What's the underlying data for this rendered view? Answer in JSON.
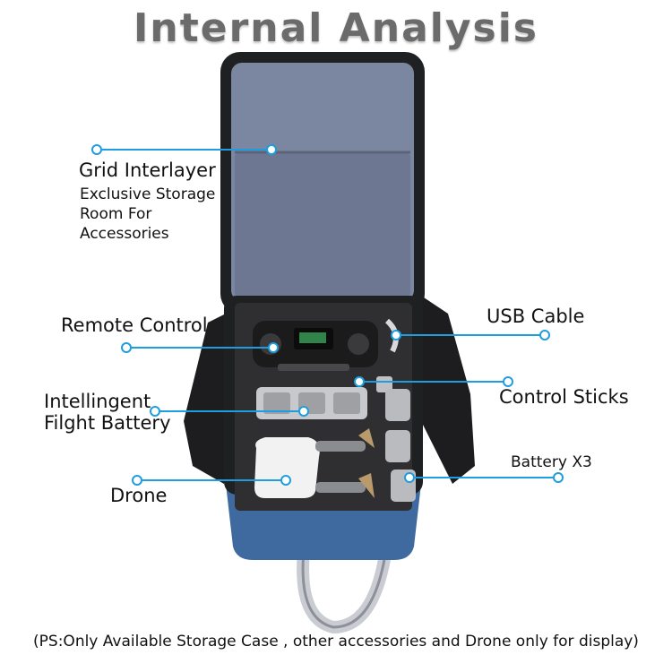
{
  "title": "Internal Analysis",
  "colors": {
    "accent": "#1e9de0",
    "bag_blue": "#3e6aa0",
    "bag_gray": "#6f7b92",
    "foam": "#2f2f31"
  },
  "callouts": {
    "grid_interlayer": {
      "title": "Grid Interlayer",
      "lines": [
        "Exclusive Storage",
        "Room For",
        "Accessories"
      ]
    },
    "remote_control": "Remote Control",
    "usb_cable": "USB Cable",
    "control_sticks": "Control Sticks",
    "battery_line1": "Intellingent",
    "battery_line2": "Filght Battery",
    "battery_x3": "Battery X3",
    "drone": "Drone"
  },
  "footer": "(PS:Only Available Storage Case , other accessories and Drone only for display)"
}
